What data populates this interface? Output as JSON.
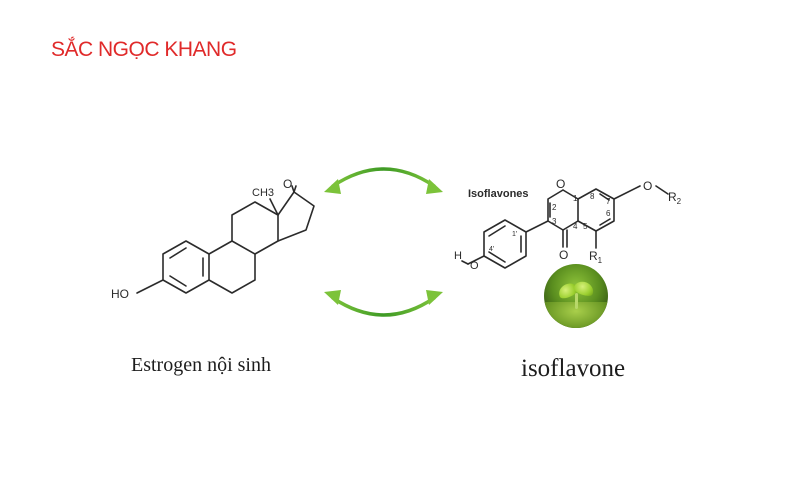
{
  "brand": {
    "name": "SẮC NGỌC KHANG",
    "color": "#e02a2a"
  },
  "estrogen": {
    "caption": "Estrogen nội sinh",
    "labels": {
      "hydroxyl": "HO",
      "methyl": "CH3",
      "ketone": "O"
    }
  },
  "isoflavone": {
    "caption": "isoflavone",
    "header": "Isoflavones",
    "labels": {
      "ring_oxygen": "O",
      "carbonyl": "O",
      "ether": "O",
      "r1": "R",
      "r1_sub": "1",
      "r2": "R",
      "r2_sub": "2",
      "hydroxyl_h": "H",
      "hydroxyl_o": "O"
    },
    "positions": [
      "1",
      "2",
      "3",
      "4",
      "5",
      "6",
      "7",
      "8",
      "1'",
      "4'"
    ]
  },
  "arrows": {
    "color": "#5aab2a",
    "icon": "double-headed-arrow-icon"
  }
}
